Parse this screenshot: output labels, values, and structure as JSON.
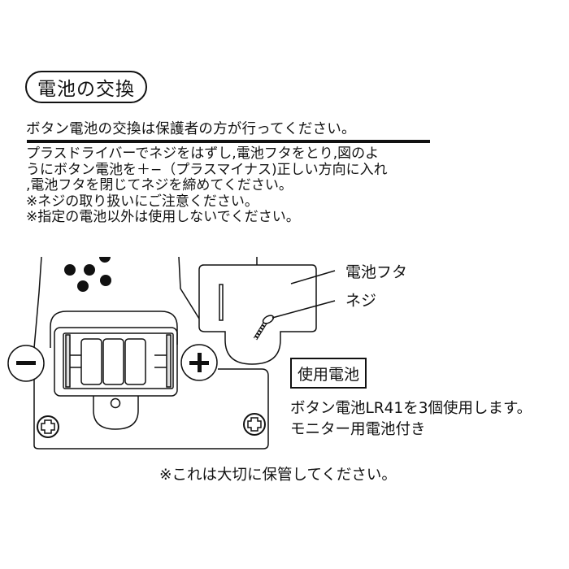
{
  "heading": {
    "title": "電池の交換"
  },
  "warning": {
    "text": "ボタン電池の交換は保護者の方が行ってください。"
  },
  "instructions": {
    "lines": [
      "プラスドライバーでネジをはずし,電池フタをとり,図のよ",
      "うにボタン電池を＋−（プラスマイナス)正しい方向に入れ",
      ",電池フタを閉じてネジを締めてください。",
      "※ネジの取り扱いにご注意ください。",
      "※指定の電池以外は使用しないでください。"
    ]
  },
  "diagram": {
    "labels": {
      "cover": "電池フタ",
      "screw": "ネジ"
    },
    "polarity": {
      "minus": "−",
      "plus": "+"
    },
    "battery_count": 3,
    "icons": [
      "minus-terminal-icon",
      "plus-terminal-icon",
      "phillips-screw-icon",
      "screw-icon",
      "speaker-holes-icon"
    ]
  },
  "battery_info": {
    "title": "使用電池",
    "line1": "ボタン電池LR41を3個使用します。",
    "line2": "モニター用電池付き"
  },
  "footer": {
    "note": "※これは大切に保管してください。"
  },
  "colors": {
    "ink": "#111111",
    "background": "#ffffff"
  }
}
